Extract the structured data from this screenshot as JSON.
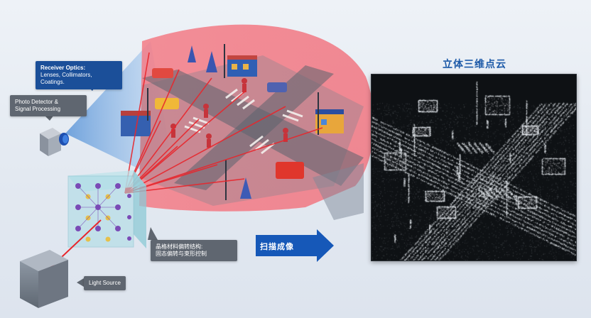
{
  "callouts": {
    "receiver": {
      "title": "Receiver Optics:",
      "body": "Lenses, Collimators, Coatings."
    },
    "detector": {
      "line1": "Photo Detector &",
      "line2": "Signal Processing"
    },
    "crystal": {
      "line1": "晶格材料偏转结构:",
      "line2": "固态偏转与束形控制"
    },
    "light_source": "Light Source"
  },
  "scan_arrow_label": "扫描成像",
  "point_cloud_title": "立体三维点云",
  "colors": {
    "callout_blue": "#1b4f99",
    "callout_gray": "#5f6670",
    "scan_arrow": "#1658b8",
    "title_blue": "#1d5aa8",
    "laser_red": "#e8262c",
    "fov_red": "#f05a66",
    "receiver_fov_blue": "#7fb0e6",
    "panel_black": "#0e1114"
  },
  "icons": [
    "photo-detector-icon",
    "light-source-cube-icon",
    "crystal-lattice-icon",
    "scan-arrow-icon"
  ]
}
